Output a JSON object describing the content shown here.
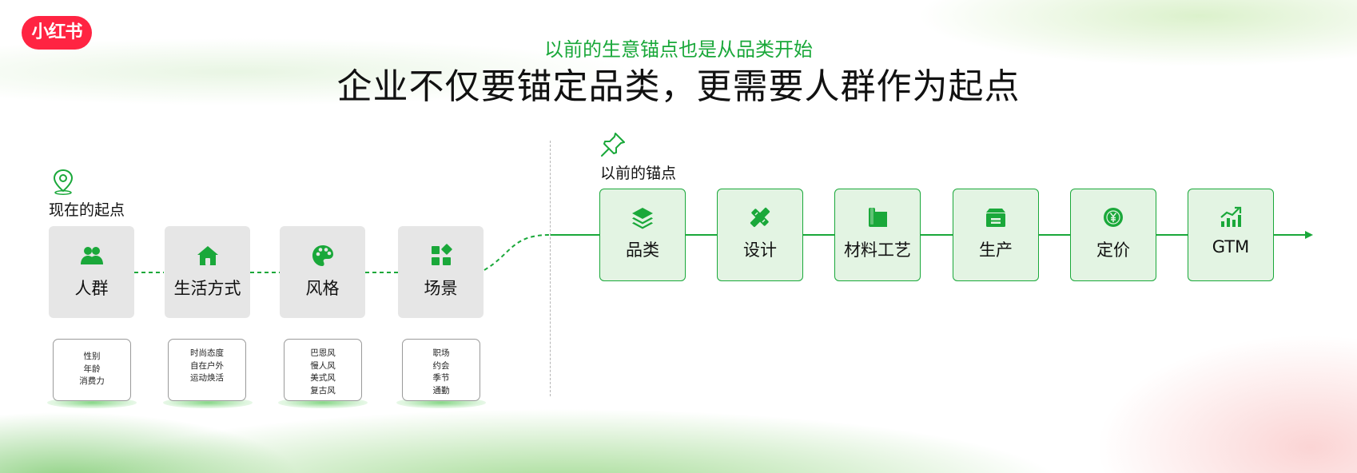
{
  "logo": {
    "text": "小红书"
  },
  "header": {
    "subtitle": "以前的生意锚点也是从品类开始",
    "title": "企业不仅要锚定品类，更需要人群作为起点"
  },
  "left_section": {
    "label": "现在的起点",
    "icon": "location-pin-icon",
    "nodes": [
      {
        "label": "人群",
        "icon": "people-icon",
        "details": [
          "性别",
          "年龄",
          "消费力"
        ]
      },
      {
        "label": "生活方式",
        "icon": "home-icon",
        "details": [
          "时尚态度",
          "自在户外",
          "运动焕活"
        ]
      },
      {
        "label": "风格",
        "icon": "palette-icon",
        "details": [
          "巴恩风",
          "慢人风",
          "美式风",
          "复古风"
        ]
      },
      {
        "label": "场景",
        "icon": "grid-icon",
        "details": [
          "职场",
          "约会",
          "季节",
          "通勤"
        ]
      }
    ]
  },
  "right_section": {
    "label": "以前的锚点",
    "icon": "pushpin-icon",
    "nodes": [
      {
        "label": "品类",
        "icon": "layers-icon"
      },
      {
        "label": "设计",
        "icon": "design-tools-icon"
      },
      {
        "label": "材料工艺",
        "icon": "material-roll-icon"
      },
      {
        "label": "生产",
        "icon": "production-box-icon"
      },
      {
        "label": "定价",
        "icon": "yen-coin-icon"
      },
      {
        "label": "GTM",
        "icon": "growth-chart-icon"
      }
    ]
  },
  "colors": {
    "accent": "#1aa83a",
    "brand": "#ff2442",
    "left_box": "#e6e6e6",
    "right_box": "#e3f4e3"
  }
}
